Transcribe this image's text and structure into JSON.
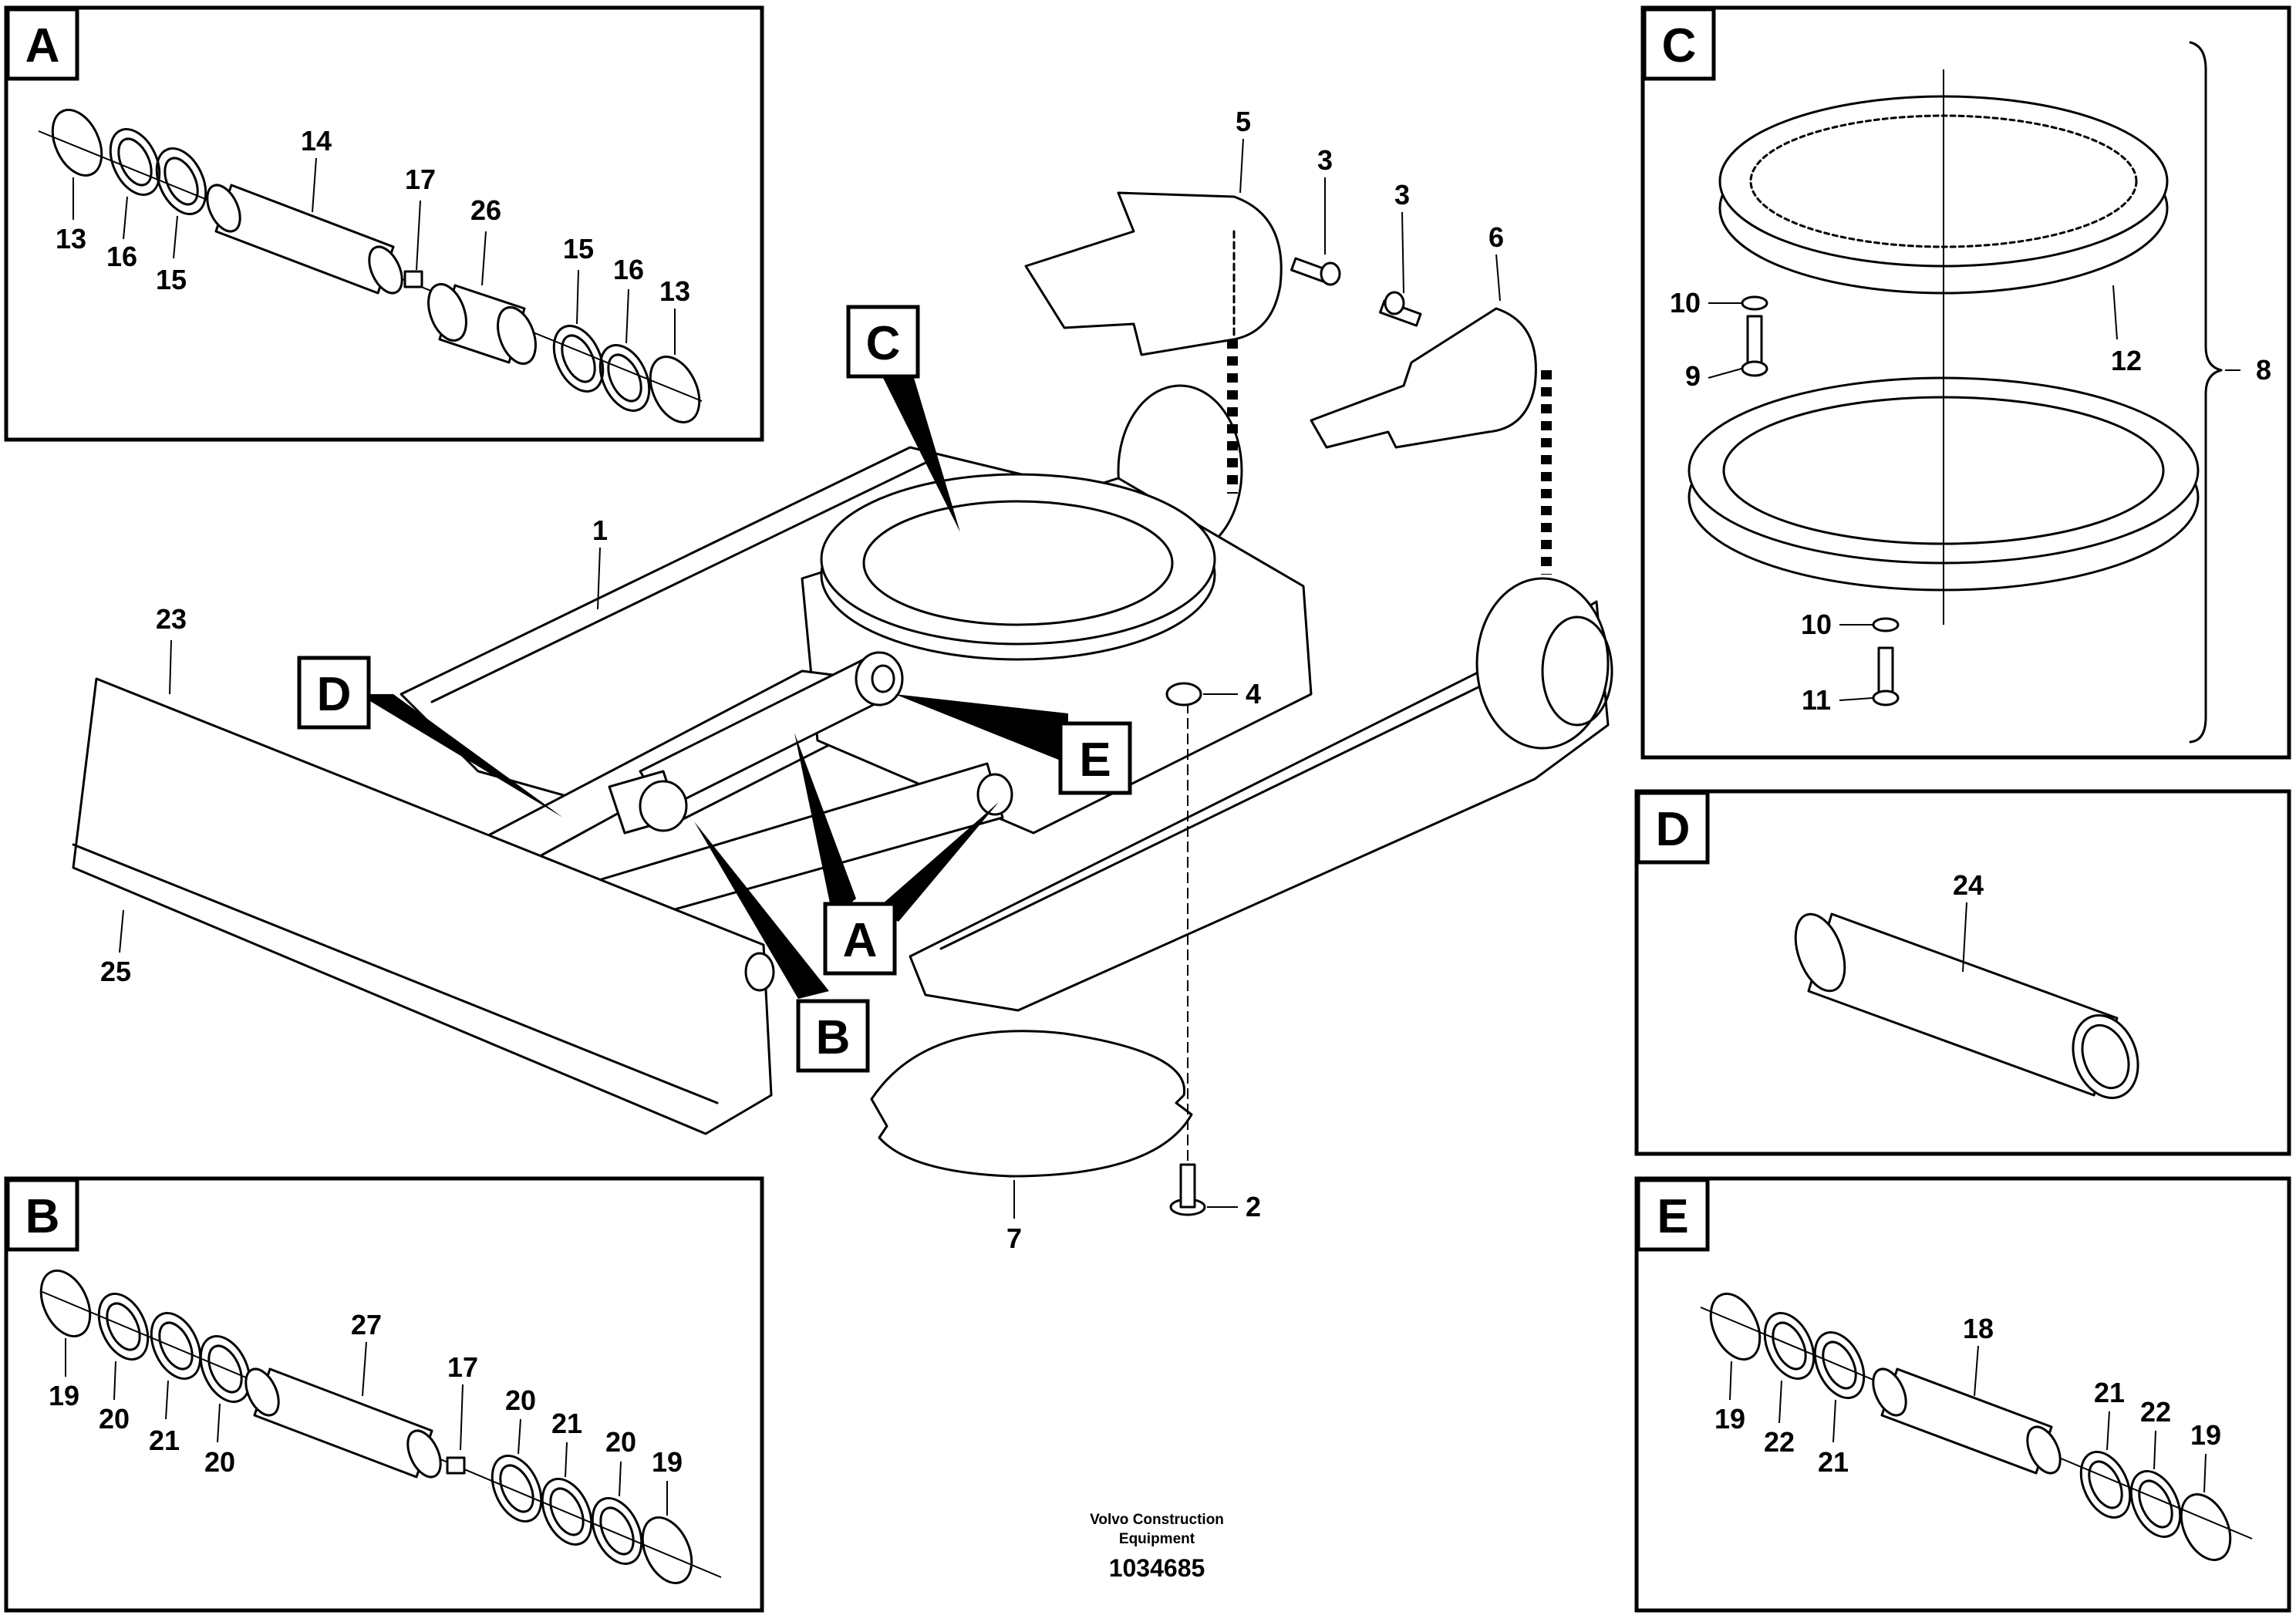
{
  "callout_numbers": [
    "1",
    "2",
    "3",
    "4",
    "5",
    "6",
    "7",
    "8",
    "9",
    "10",
    "11",
    "12",
    "13",
    "14",
    "15",
    "16",
    "17",
    "18",
    "19",
    "20",
    "21",
    "22",
    "23",
    "24",
    "25",
    "26",
    "27"
  ],
  "detail_panels": {
    "a": {
      "tag": "A"
    },
    "b": {
      "tag": "B"
    },
    "c": {
      "tag": "C"
    },
    "d": {
      "tag": "D"
    },
    "e": {
      "tag": "E"
    }
  },
  "main_refs": [
    "C",
    "D",
    "E",
    "A",
    "B"
  ],
  "caption": {
    "line1": "Volvo Construction",
    "line2": "Equipment",
    "drawing_number": "1034685"
  }
}
